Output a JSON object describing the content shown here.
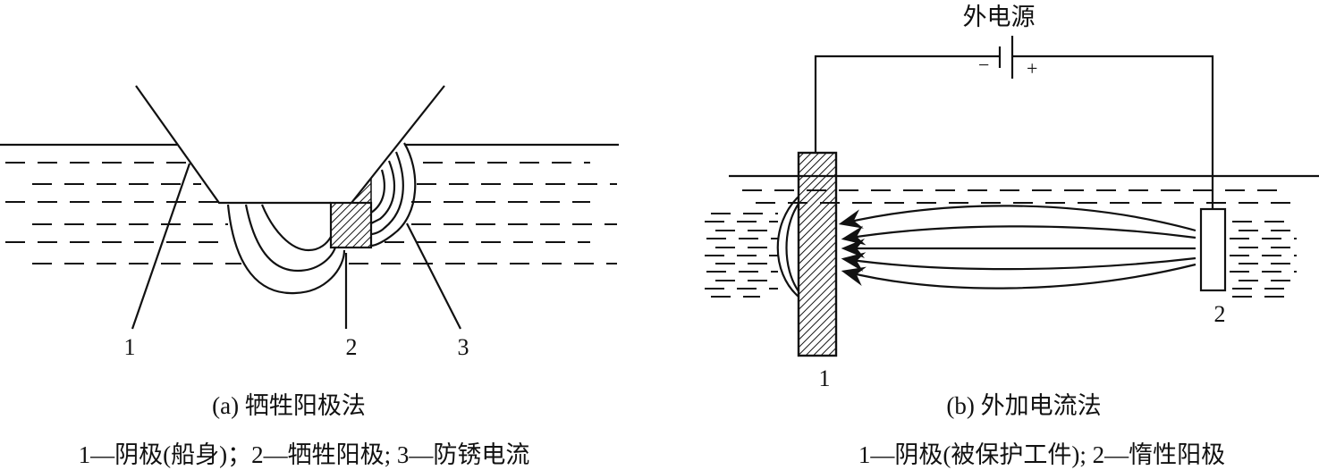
{
  "figure_a": {
    "labels": [
      "1",
      "2",
      "3"
    ],
    "caption": "(a) 牺牲阳极法",
    "legend": "1—阴极(船身)；2—牺牲阳极; 3—防锈电流"
  },
  "figure_b": {
    "power_label": "外电源",
    "minus": "−",
    "plus": "+",
    "labels": [
      "1",
      "2"
    ],
    "caption": "(b) 外加电流法",
    "legend": "1—阴极(被保护工件); 2—惰性阳极"
  }
}
